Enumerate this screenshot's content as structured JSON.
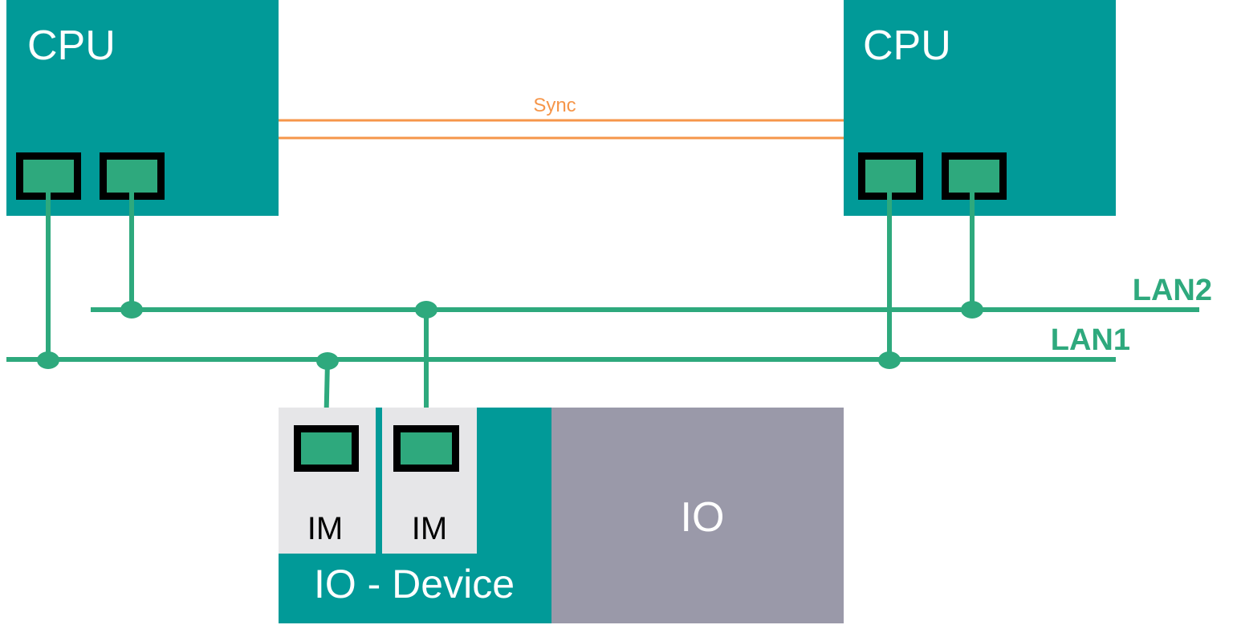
{
  "colors": {
    "cpu_box": "#019a98",
    "port": "#2ea97d",
    "port_frame": "#000000",
    "lan": "#2ea97d",
    "sync": "#f6964a",
    "im_bg": "#e6e6e8",
    "io_bg": "#9a99a9",
    "text_light": "#ffffff"
  },
  "cpu_left": {
    "label": "CPU"
  },
  "cpu_right": {
    "label": "CPU"
  },
  "sync": {
    "label": "Sync"
  },
  "lan2": {
    "label": "LAN2"
  },
  "lan1": {
    "label": "LAN1"
  },
  "io_device": {
    "label": "IO - Device",
    "modules": [
      {
        "label": "IM"
      },
      {
        "label": "IM"
      }
    ]
  },
  "io": {
    "label": "IO"
  }
}
